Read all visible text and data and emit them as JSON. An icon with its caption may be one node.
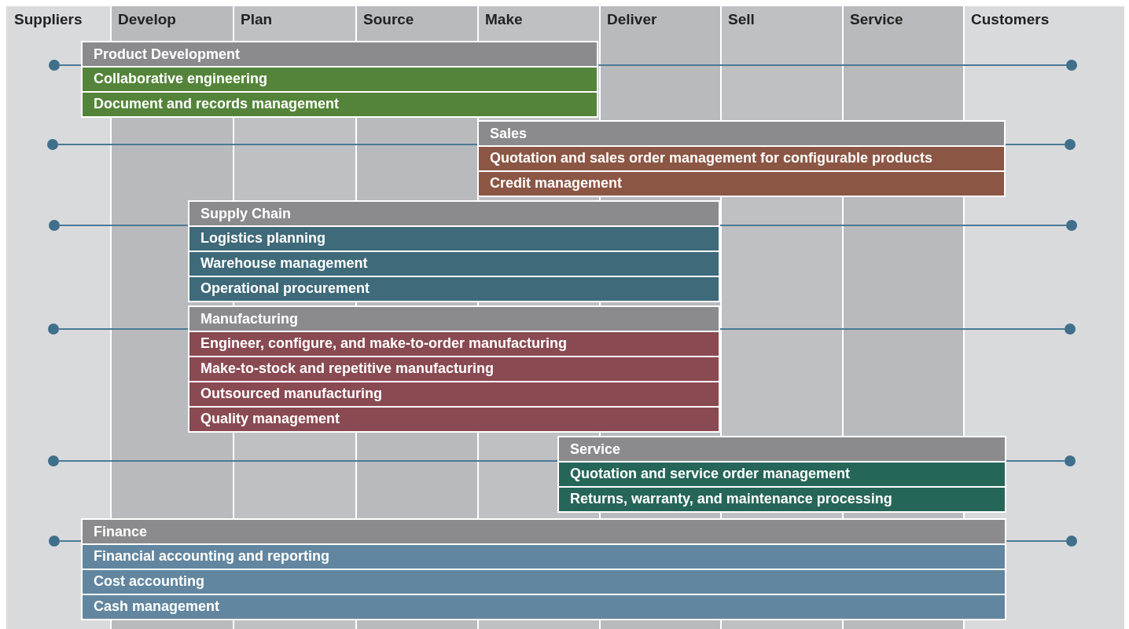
{
  "diagram": {
    "nodes": [
      {
        "text": [],
        "shape": "circle"
      },
      {
        "text": [
          "Product Development"
        ]
      },
      {
        "text": [
          "Collaborative engineering"
        ],
        "in": 1
      },
      {
        "text": [
          "Document and records management"
        ],
        "in": 1
      },
      {
        "text": [],
        "shape": "circle"
      },
      {
        "text": [],
        "shape": "circle"
      },
      {
        "text": [
          "Sales"
        ]
      },
      {
        "text": [
          "Quotation and sales order management for configurable products"
        ],
        "in": 6
      },
      {
        "text": [
          "Credit management"
        ],
        "in": 6
      },
      {
        "text": [],
        "shape": "circle"
      },
      {
        "text": [],
        "shape": "circle"
      },
      {
        "text": [
          "Supply Chain"
        ]
      },
      {
        "text": [
          "Logistics planning"
        ],
        "in": 11
      },
      {
        "text": [
          "Warehouse management"
        ],
        "in": 11
      },
      {
        "text": [
          "Operational procurement"
        ],
        "in": 11
      },
      {
        "text": [],
        "shape": "circle"
      },
      {
        "text": [],
        "shape": "circle"
      },
      {
        "text": [
          "Manufacturing"
        ]
      },
      {
        "text": [
          "Engineer, configure, and make-to-order manufacturing"
        ],
        "in": 17
      },
      {
        "text": [
          "Make-to-stock and repetitive manufacturing"
        ],
        "in": 17
      },
      {
        "text": [
          "Outsourced manufacturing"
        ],
        "in": 17
      },
      {
        "text": [
          "Quality management"
        ],
        "in": 17
      },
      {
        "text": [],
        "shape": "circle"
      },
      {
        "text": [],
        "shape": "circle"
      },
      {
        "text": [
          "Service"
        ]
      },
      {
        "text": [
          "Quotation and service order management"
        ],
        "in": 24
      },
      {
        "text": [
          "Returns, warranty, and maintenance processing"
        ],
        "in": 24
      },
      {
        "text": [],
        "shape": "circle"
      },
      {
        "text": [],
        "shape": "circle"
      },
      {
        "text": [
          "Finance"
        ]
      },
      {
        "text": [
          "Financial accounting and reporting"
        ],
        "in": 29
      },
      {
        "text": [
          "Cost accounting"
        ],
        "in": 29
      },
      {
        "text": [
          "Cash management"
        ],
        "in": 29
      },
      {
        "text": [],
        "shape": "circle"
      }
    ],
    "edges": [
      {
        "from": 0,
        "to": 4,
        "arrow": "none"
      },
      {
        "from": 5,
        "to": 9,
        "arrow": "none"
      },
      {
        "from": 10,
        "to": 15,
        "arrow": "none"
      },
      {
        "from": 16,
        "to": 22,
        "arrow": "none"
      },
      {
        "from": 23,
        "to": 27,
        "arrow": "none"
      },
      {
        "from": 28,
        "to": 33,
        "arrow": "none"
      }
    ],
    "labels": [
      "Suppliers",
      "Develop",
      "Plan",
      "Source",
      "Make",
      "Deliver",
      "Sell",
      "Service",
      "Customers"
    ]
  }
}
